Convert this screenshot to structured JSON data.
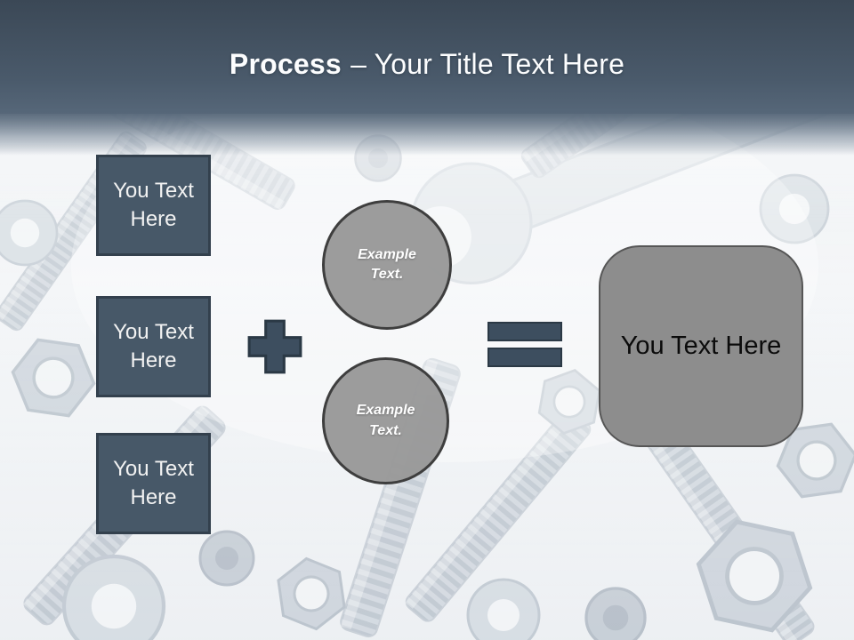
{
  "slide": {
    "header": {
      "title_bold": "Process",
      "title_rest": "– Your Title Text Here"
    },
    "background_description": "grayscale photo of nuts, bolts, wrenches washed out with white overlay",
    "colors": {
      "header_top": "#3b4856",
      "header_bottom": "#566779",
      "slate_shape_fill": "#3d4e5f",
      "slate_shape_border": "#2b3945",
      "input_box_fill": "#475868",
      "input_box_border": "#33404d",
      "circle_fill": "#999999",
      "circle_border": "#3e3e3e",
      "result_fill": "#8d8d8d",
      "result_border": "#565656",
      "title_text": "#fcfdfe",
      "box_text": "#f2f2f2",
      "circle_text": "#ffffff",
      "result_text": "#0b0b0b"
    }
  },
  "diagram": {
    "input_boxes": [
      {
        "label": "You Text Here"
      },
      {
        "label": "You Text Here"
      },
      {
        "label": "You Text Here"
      }
    ],
    "operators": {
      "plus": "+",
      "equals": "="
    },
    "circles": [
      {
        "label": "Example Text."
      },
      {
        "label": "Example Text."
      }
    ],
    "result_box": {
      "label": "You Text Here"
    }
  }
}
